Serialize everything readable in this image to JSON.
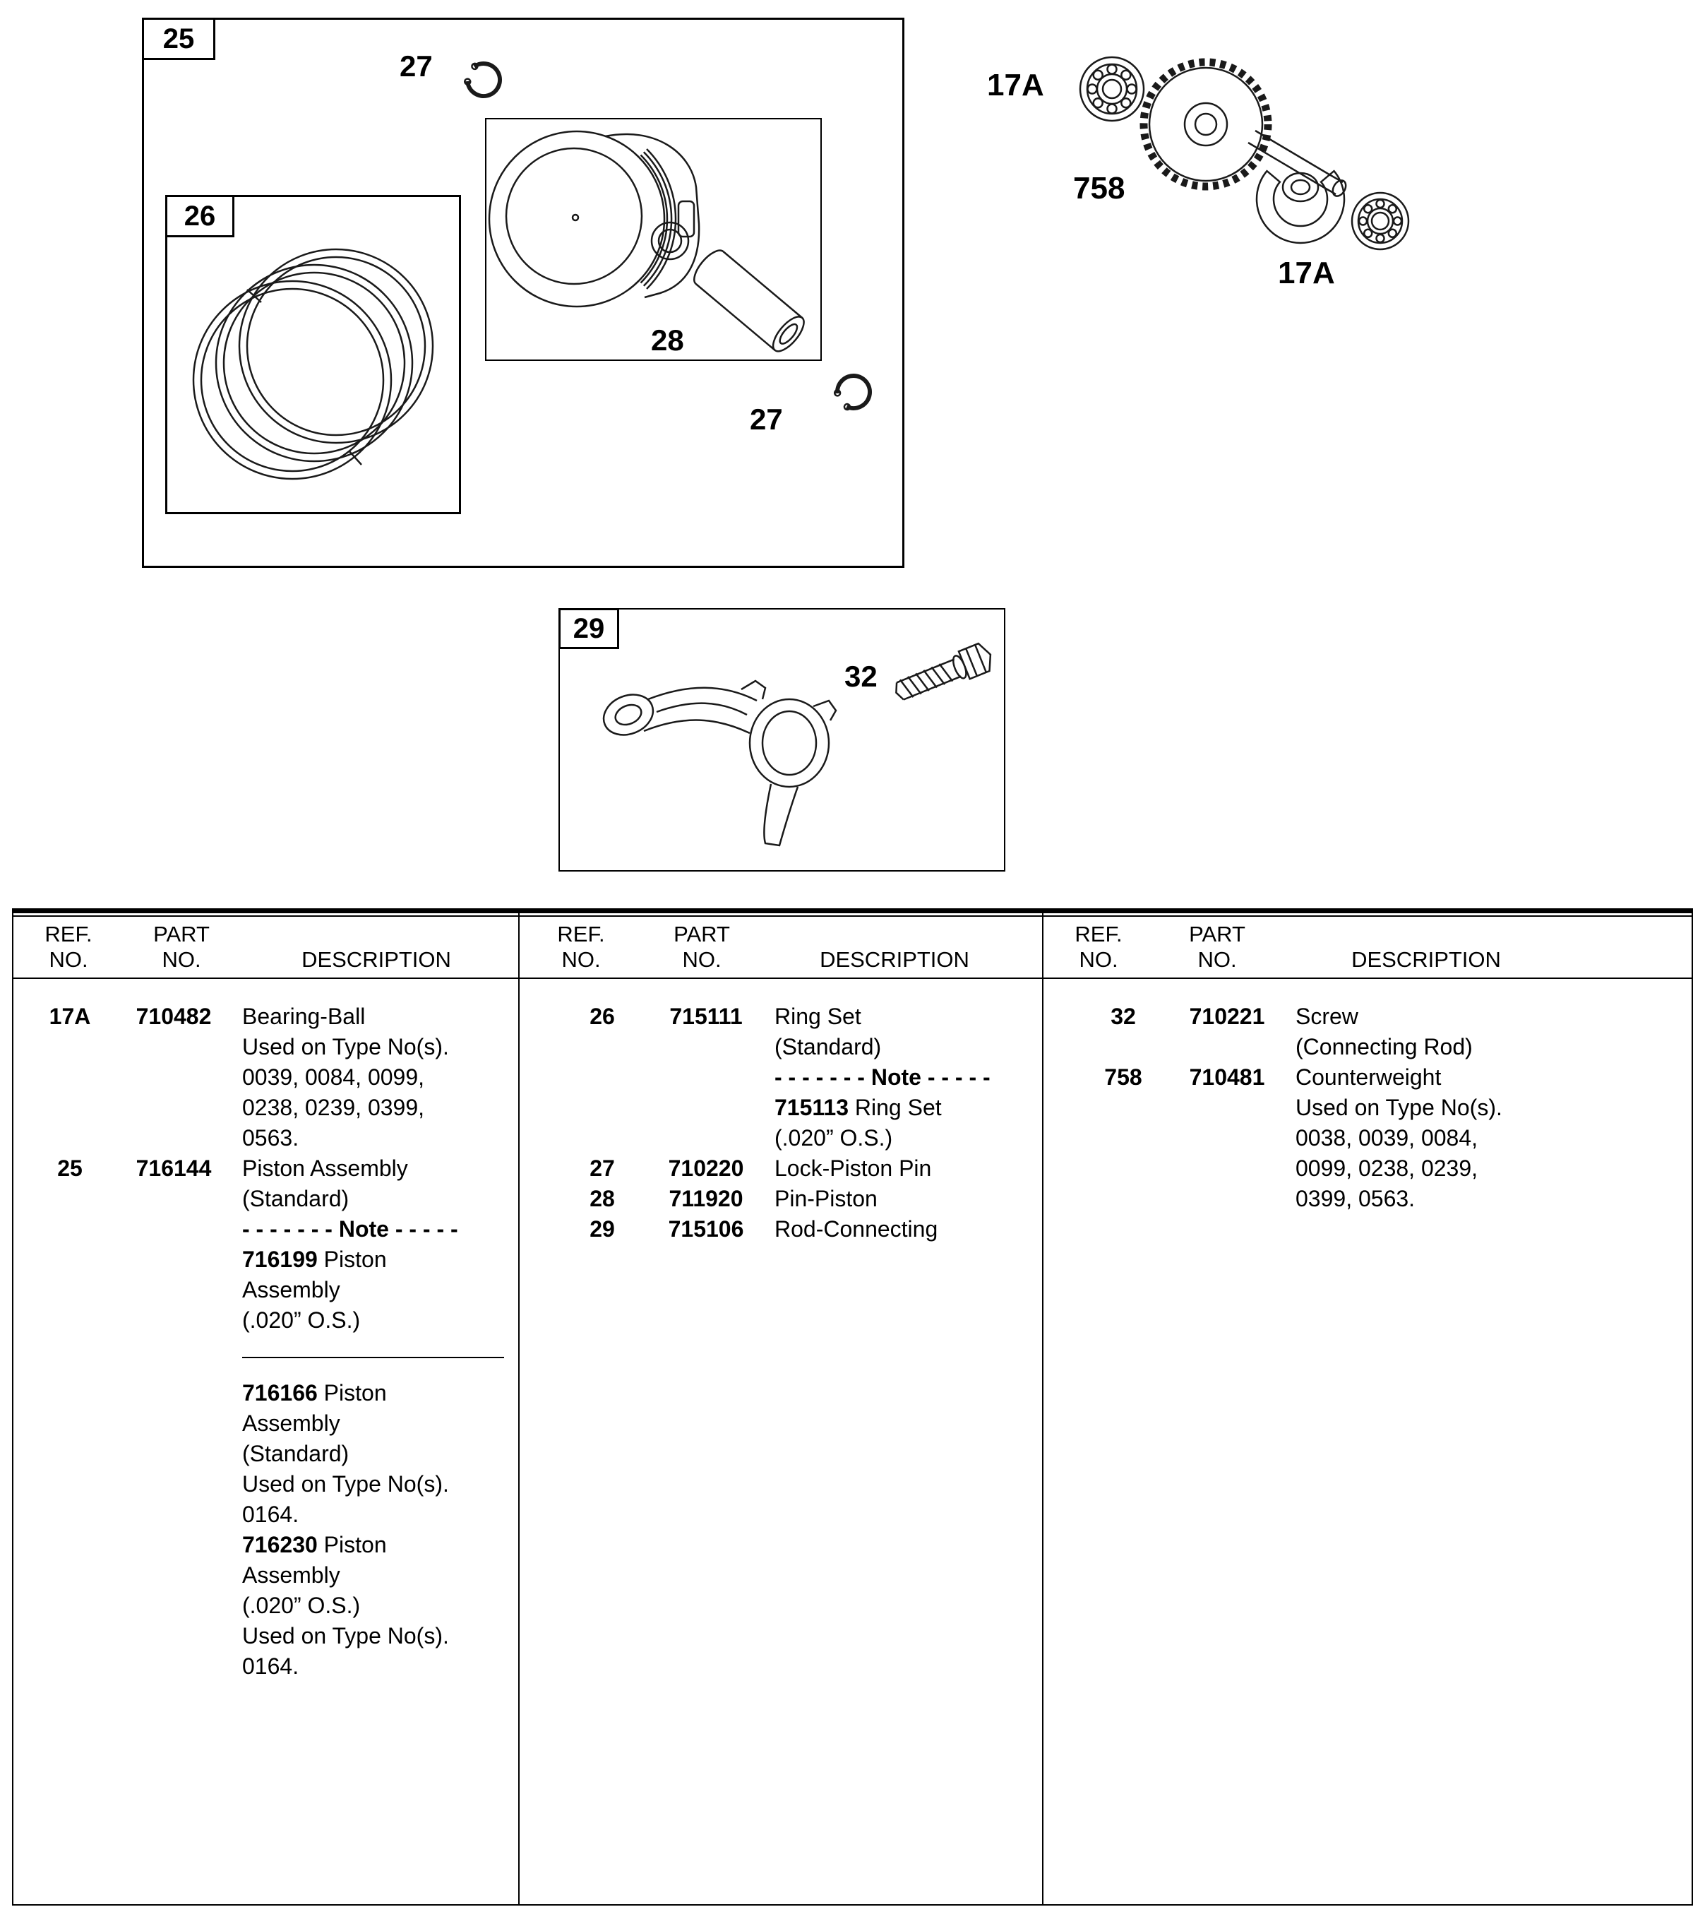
{
  "diagram": {
    "labels": {
      "box25": "25",
      "box26": "26",
      "box29": "29",
      "clip27_top": "27",
      "clip27_bottom": "27",
      "pin28": "28",
      "bearing17a_left": "17A",
      "bearing17a_right": "17A",
      "counterweight758": "758",
      "screw32": "32"
    }
  },
  "table": {
    "header": {
      "ref1": "REF.",
      "ref2": "NO.",
      "part1": "PART",
      "part2": "NO.",
      "desc": "DESCRIPTION"
    },
    "columns": [
      {
        "rows": [
          {
            "ref": "17A",
            "part": "710482",
            "desc": [
              [
                {
                  "t": "Bearing-Ball"
                }
              ],
              [
                {
                  "t": "Used on Type No(s)."
                }
              ],
              [
                {
                  "t": "0039, 0084, 0099,"
                }
              ],
              [
                {
                  "t": "0238, 0239, 0399,"
                }
              ],
              [
                {
                  "t": "0563."
                }
              ]
            ]
          },
          {
            "ref": "25",
            "part": "716144",
            "desc": [
              [
                {
                  "t": "Piston Assembly"
                }
              ],
              [
                {
                  "t": "(Standard)"
                }
              ],
              [
                {
                  "t": "- - - - - - -  Note  - - - - -",
                  "b": true
                }
              ],
              [
                {
                  "t": "716199",
                  "b": true
                },
                {
                  "t": " Piston"
                }
              ],
              [
                {
                  "t": "Assembly"
                }
              ],
              [
                {
                  "t": "(.020” O.S.)"
                }
              ],
              {
                "blank": true
              },
              {
                "hr": true
              },
              [
                {
                  "t": "716166",
                  "b": true
                },
                {
                  "t": " Piston"
                }
              ],
              [
                {
                  "t": "Assembly"
                }
              ],
              [
                {
                  "t": "(Standard)"
                }
              ],
              [
                {
                  "t": "Used on Type No(s)."
                }
              ],
              [
                {
                  "t": "0164."
                }
              ],
              [
                {
                  "t": "716230",
                  "b": true
                },
                {
                  "t": " Piston"
                }
              ],
              [
                {
                  "t": "Assembly"
                }
              ],
              [
                {
                  "t": "(.020” O.S.)"
                }
              ],
              [
                {
                  "t": "Used on Type No(s)."
                }
              ],
              [
                {
                  "t": "0164."
                }
              ]
            ]
          }
        ]
      },
      {
        "rows": [
          {
            "ref": "26",
            "part": "715111",
            "desc": [
              [
                {
                  "t": "Ring Set"
                }
              ],
              [
                {
                  "t": "(Standard)"
                }
              ],
              [
                {
                  "t": "- - - - - - -  Note  - - - - -",
                  "b": true
                }
              ],
              [
                {
                  "t": "715113",
                  "b": true
                },
                {
                  "t": " Ring Set"
                }
              ],
              [
                {
                  "t": "(.020” O.S.)"
                }
              ]
            ]
          },
          {
            "ref": "27",
            "part": "710220",
            "desc": [
              [
                {
                  "t": "Lock-Piston Pin"
                }
              ]
            ]
          },
          {
            "ref": "28",
            "part": "711920",
            "desc": [
              [
                {
                  "t": "Pin-Piston"
                }
              ]
            ]
          },
          {
            "ref": "29",
            "part": "715106",
            "desc": [
              [
                {
                  "t": "Rod-Connecting"
                }
              ]
            ]
          }
        ]
      },
      {
        "rows": [
          {
            "ref": "32",
            "part": "710221",
            "desc": [
              [
                {
                  "t": "Screw"
                }
              ],
              [
                {
                  "t": "(Connecting Rod)"
                }
              ]
            ]
          },
          {
            "ref": "758",
            "part": "710481",
            "desc": [
              [
                {
                  "t": "Counterweight"
                }
              ],
              [
                {
                  "t": "Used on Type No(s)."
                }
              ],
              [
                {
                  "t": "0038, 0039, 0084,"
                }
              ],
              [
                {
                  "t": "0099, 0238, 0239,"
                }
              ],
              [
                {
                  "t": "0399, 0563."
                }
              ]
            ]
          }
        ]
      }
    ]
  }
}
